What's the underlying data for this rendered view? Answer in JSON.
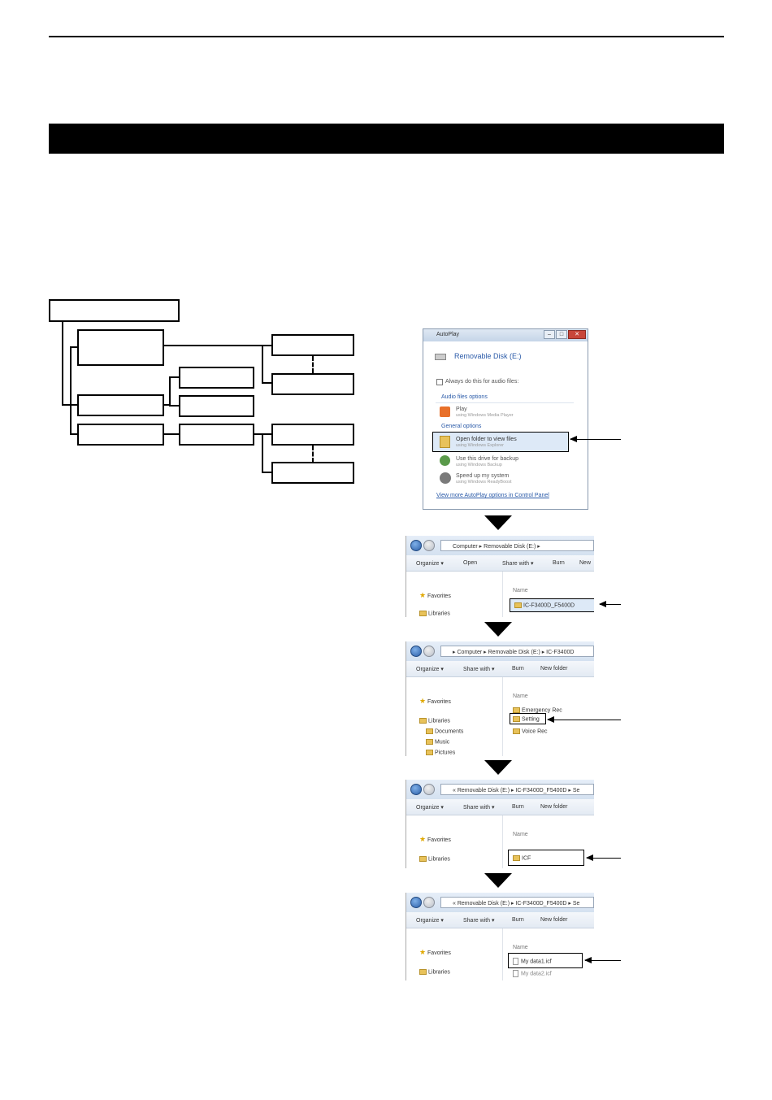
{
  "autoplay": {
    "title": "AutoPlay",
    "minimize": "–",
    "maximize": "□",
    "close": "✕",
    "disk_name": "Removable Disk (E:)",
    "always_checkbox": "Always do this for audio files:",
    "audio_section": "Audio files options",
    "play_label": "Play",
    "play_sub": "using Windows Media Player",
    "general_section": "General options",
    "open_folder_label": "Open folder to view files",
    "open_folder_sub": "using Windows Explorer",
    "backup_label": "Use this drive for backup",
    "backup_sub": "using Windows Backup",
    "speed_label": "Speed up my system",
    "speed_sub": "using Windows ReadyBoost",
    "more_link": "View more AutoPlay options in Control Panel"
  },
  "explorer1": {
    "address": "Computer  ▸  Removable Disk (E:)  ▸",
    "toolbar": [
      "Organize ▾",
      "Open",
      "Share with ▾",
      "Burn",
      "New"
    ],
    "sidebar": [
      "Favorites",
      "Libraries"
    ],
    "column": "Name",
    "items": [
      "IC-F3400D_F5400D"
    ]
  },
  "explorer2": {
    "address": "▸  Computer  ▸  Removable Disk (E:)  ▸  IC-F3400D",
    "toolbar": [
      "Organize ▾",
      "Share with ▾",
      "Burn",
      "New folder"
    ],
    "sidebar": [
      "Favorites",
      "Libraries",
      "Documents",
      "Music",
      "Pictures"
    ],
    "column": "Name",
    "items": [
      "Emergency Rec",
      "Setting",
      "Voice Rec"
    ]
  },
  "explorer3": {
    "address": "«  Removable Disk (E:)  ▸  IC-F3400D_F5400D  ▸  Se",
    "toolbar": [
      "Organize ▾",
      "Share with ▾",
      "Burn",
      "New folder"
    ],
    "sidebar": [
      "Favorites",
      "Libraries"
    ],
    "column": "Name",
    "items": [
      "ICF"
    ]
  },
  "explorer4": {
    "address": "«  Removable Disk (E:)  ▸  IC-F3400D_F5400D  ▸  Se",
    "toolbar": [
      "Organize ▾",
      "Share with ▾",
      "Burn",
      "New folder"
    ],
    "sidebar": [
      "Favorites",
      "Libraries"
    ],
    "column": "Name",
    "items": [
      "My data1.icf",
      "My data2.icf"
    ]
  }
}
